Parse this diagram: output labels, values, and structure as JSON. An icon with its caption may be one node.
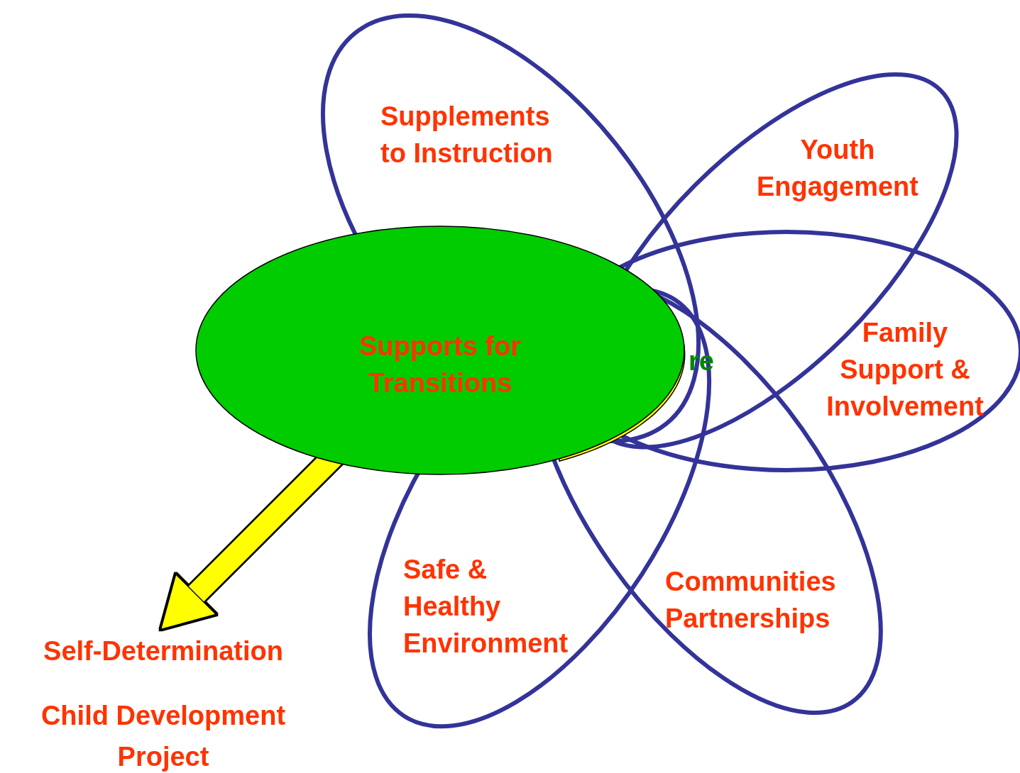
{
  "diagram": {
    "nodes": [
      {
        "text": [
          "Supplements to Instruction"
        ]
      },
      {
        "text": [
          "Youth Engagement"
        ]
      },
      {
        "text": [],
        "shape": "ellipse"
      },
      {
        "text": [
          "Supports for Transitions"
        ]
      },
      {
        "text": [
          "Family Support & Involvement"
        ]
      },
      {
        "text": [
          "Safe & Healthy Environment"
        ]
      },
      {
        "text": [
          "Communities Partnerships"
        ]
      },
      {
        "text": [
          "Self-Determination"
        ]
      }
    ],
    "edges": [
      {
        "from": 3,
        "to": 7,
        "arrow": "to",
        "color": "#ffff00"
      }
    ],
    "labels": [
      "re",
      "Child Development Project"
    ]
  }
}
